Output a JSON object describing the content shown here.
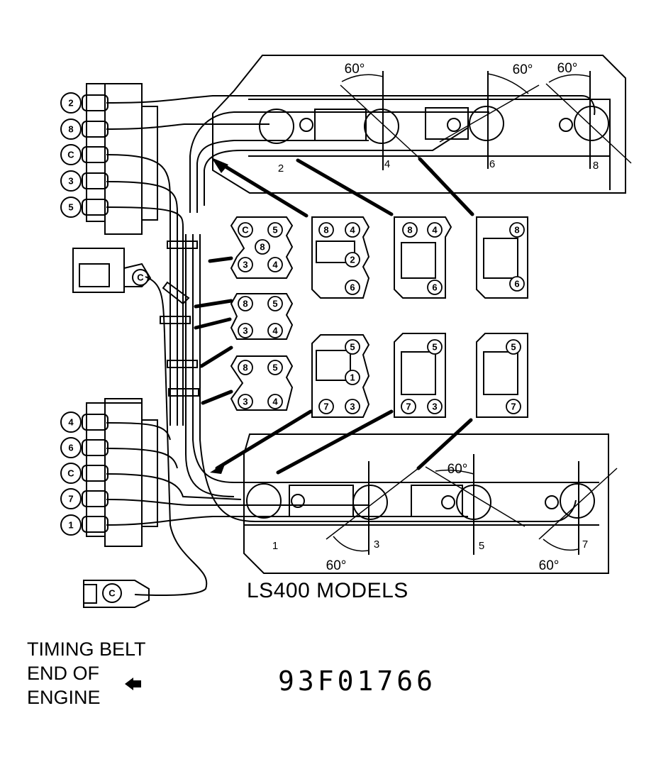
{
  "figure": {
    "model_label": "LS400 MODELS",
    "figure_code": "93F01766",
    "orientation_label": [
      "TIMING BELT",
      "END OF",
      "ENGINE"
    ],
    "orientation_arrow_icon": "left-arrow-icon"
  },
  "distributor_terminals": {
    "upper": [
      "2",
      "8",
      "C",
      "3",
      "5"
    ],
    "lower": [
      "4",
      "6",
      "C",
      "7",
      "1"
    ],
    "coil_terminal": "C",
    "coil_wire_end": "C"
  },
  "angle_label": "60°",
  "upper_bank": {
    "plug_labels": [
      "2",
      "4",
      "6",
      "8"
    ]
  },
  "lower_bank": {
    "plug_labels": [
      "1",
      "3",
      "5",
      "7"
    ]
  },
  "wire_clamps": {
    "left_column": [
      [
        "C",
        "5",
        "8",
        "3",
        "4"
      ],
      [
        "8",
        "5",
        "3",
        "4"
      ],
      [
        "8",
        "5",
        "3",
        "4"
      ]
    ],
    "upper_separators": [
      [
        "8",
        "4",
        "2",
        "6"
      ],
      [
        "8",
        "4",
        "6"
      ],
      [
        "8",
        "6"
      ]
    ],
    "lower_separators": [
      [
        "5",
        "1",
        "7",
        "3"
      ],
      [
        "5",
        "7",
        "3"
      ],
      [
        "5",
        "7"
      ]
    ]
  }
}
